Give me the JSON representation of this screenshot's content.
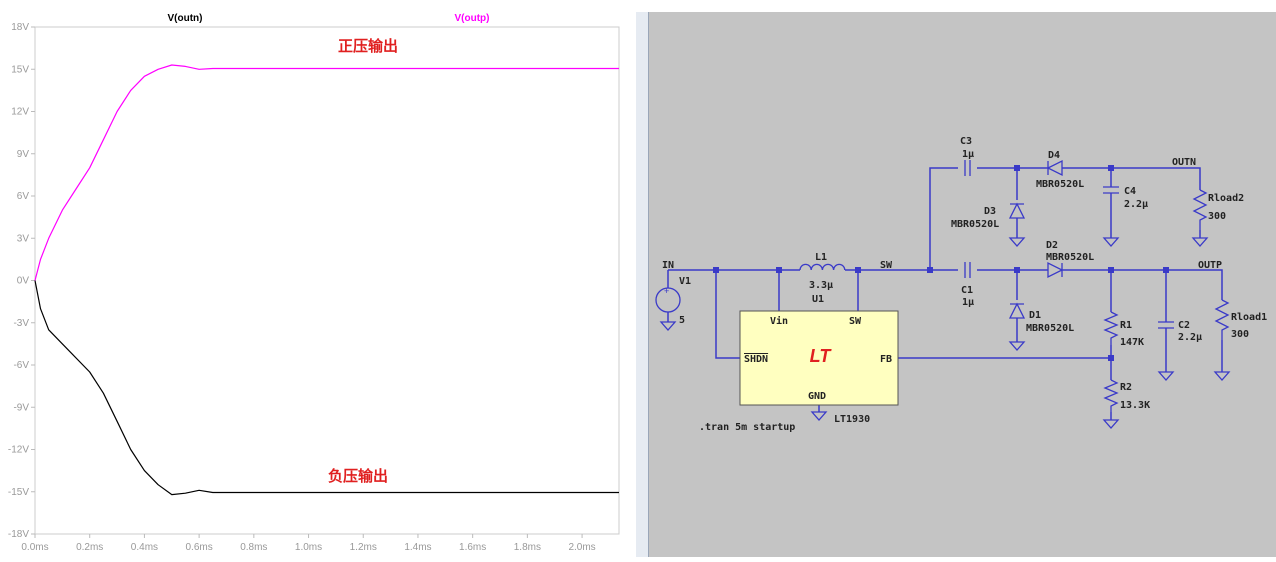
{
  "plot": {
    "traces": [
      {
        "name": "V(outn)",
        "color": "#000000"
      },
      {
        "name": "V(outp)",
        "color": "#ff00ff"
      }
    ],
    "annotations": {
      "positive": "正压输出",
      "negative": "负压输出"
    },
    "annotation_color": "#e02020"
  },
  "chart_data": {
    "type": "line",
    "xlabel": "",
    "ylabel": "",
    "xlim": [
      0,
      2.135
    ],
    "ylim": [
      -18,
      18
    ],
    "y_ticks": [
      "18V",
      "15V",
      "12V",
      "9V",
      "6V",
      "3V",
      "0V",
      "-3V",
      "-6V",
      "-9V",
      "-12V",
      "-15V",
      "-18V"
    ],
    "y_tick_values": [
      18,
      15,
      12,
      9,
      6,
      3,
      0,
      -3,
      -6,
      -9,
      -12,
      -15,
      -18
    ],
    "x_ticks": [
      "0.0ms",
      "0.2ms",
      "0.4ms",
      "0.6ms",
      "0.8ms",
      "1.0ms",
      "1.2ms",
      "1.4ms",
      "1.6ms",
      "1.8ms",
      "2.0ms"
    ],
    "x_tick_values": [
      0,
      0.2,
      0.4,
      0.6,
      0.8,
      1.0,
      1.2,
      1.4,
      1.6,
      1.8,
      2.0
    ],
    "series": [
      {
        "name": "V(outp)",
        "x": [
          0,
          0.02,
          0.05,
          0.1,
          0.15,
          0.2,
          0.25,
          0.3,
          0.35,
          0.4,
          0.45,
          0.5,
          0.55,
          0.6,
          0.65,
          0.8,
          2.135
        ],
        "y": [
          0,
          1.5,
          3,
          5,
          6.5,
          8,
          10,
          12,
          13.5,
          14.5,
          15,
          15.3,
          15.2,
          15,
          15.05,
          15.05,
          15.05
        ]
      },
      {
        "name": "V(outn)",
        "x": [
          0,
          0.02,
          0.05,
          0.1,
          0.2,
          0.25,
          0.3,
          0.35,
          0.4,
          0.45,
          0.5,
          0.55,
          0.6,
          0.65,
          2.135
        ],
        "y": [
          0,
          -2,
          -3.5,
          -4.5,
          -6.5,
          -8,
          -10,
          -12,
          -13.5,
          -14.5,
          -15.2,
          -15.1,
          -14.9,
          -15.05,
          -15.05
        ]
      }
    ]
  },
  "schematic": {
    "nets": {
      "in": "IN",
      "sw": "SW",
      "outn": "OUTN",
      "outp": "OUTP"
    },
    "v1": {
      "ref": "V1",
      "value": "5"
    },
    "l1": {
      "ref": "L1",
      "value": "3.3µ"
    },
    "u1": {
      "ref": "U1",
      "part": "LT1930",
      "pins": {
        "vin": "Vin",
        "sw": "SW",
        "shdn": "SHDN",
        "fb": "FB",
        "gnd": "GND"
      }
    },
    "c1": {
      "ref": "C1",
      "value": "1µ"
    },
    "c2": {
      "ref": "C2",
      "value": "2.2µ"
    },
    "c3": {
      "ref": "C3",
      "value": "1µ"
    },
    "c4": {
      "ref": "C4",
      "value": "2.2µ"
    },
    "d1": {
      "ref": "D1",
      "value": "MBR0520L"
    },
    "d2": {
      "ref": "D2",
      "value": "MBR0520L"
    },
    "d3": {
      "ref": "D3",
      "value": "MBR0520L"
    },
    "d4": {
      "ref": "D4",
      "value": "MBR0520L"
    },
    "r1": {
      "ref": "R1",
      "value": "147K"
    },
    "r2": {
      "ref": "R2",
      "value": "13.3K"
    },
    "rload1": {
      "ref": "Rload1",
      "value": "300"
    },
    "rload2": {
      "ref": "Rload2",
      "value": "300"
    },
    "directive": ".tran 5m startup",
    "logo": "LT"
  }
}
